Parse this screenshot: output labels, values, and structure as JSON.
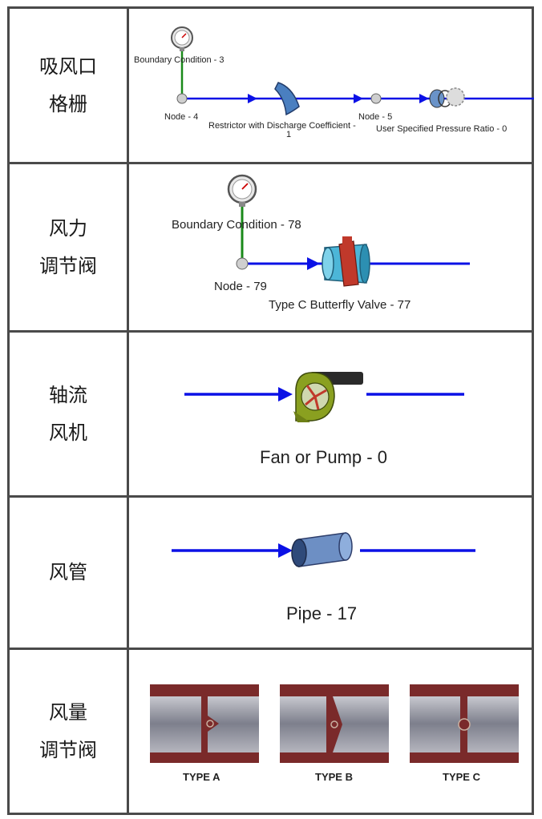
{
  "rows": [
    {
      "label_lines": [
        "吸风口",
        "格栅"
      ],
      "figure": {
        "boundary": "Boundary Condition - 3",
        "node_a": "Node - 4",
        "restrictor": "Restrictor with Discharge Coefficient -",
        "restrictor_cont": "1",
        "node_b": "Node - 5",
        "pressure_ratio": "User Specified Pressure Ratio - 0"
      }
    },
    {
      "label_lines": [
        "风力",
        "调节阀"
      ],
      "figure": {
        "boundary": "Boundary Condition - 78",
        "node": "Node - 79",
        "valve": "Type C Butterfly Valve - 77"
      }
    },
    {
      "label_lines": [
        "轴流",
        "风机"
      ],
      "figure": {
        "component": "Fan or Pump - 0"
      }
    },
    {
      "label_lines": [
        "风管"
      ],
      "figure": {
        "component": "Pipe - 17"
      }
    },
    {
      "label_lines": [
        "风量",
        "调节阀"
      ],
      "figure": {
        "types": [
          "TYPE A",
          "TYPE B",
          "TYPE C"
        ]
      }
    }
  ],
  "colors": {
    "flow_line": "#0b11e6",
    "link_line": "#1a8a1a",
    "duct_wall": "#7a2a2a",
    "blade": "#c0392b",
    "fan_body": "#8aa020",
    "pipe": "#6d8fc4"
  }
}
